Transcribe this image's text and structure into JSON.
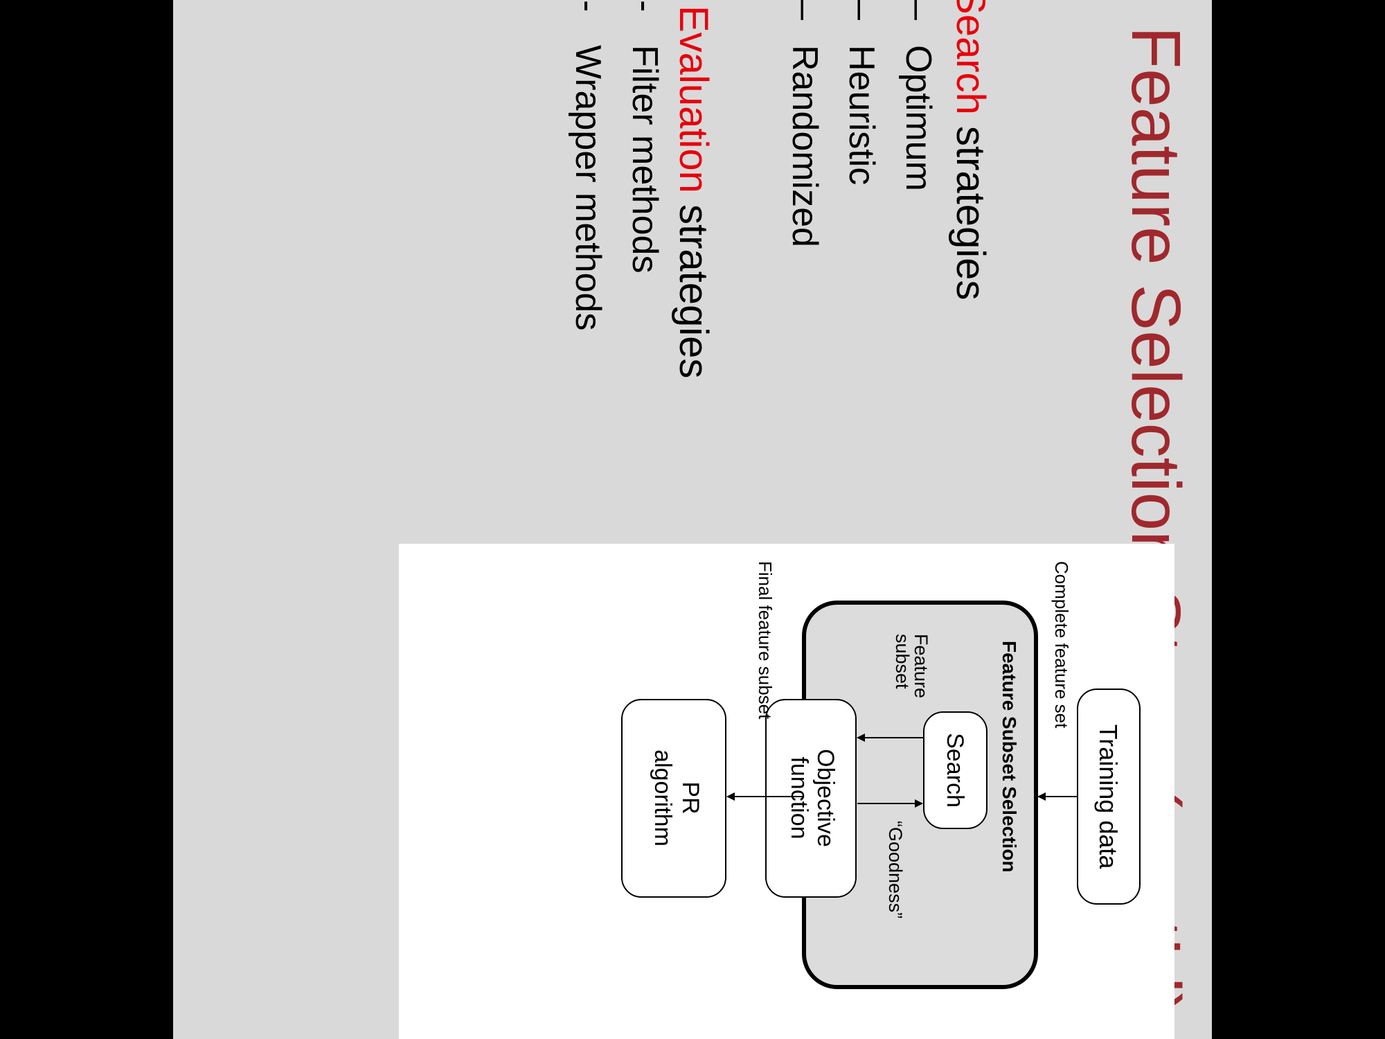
{
  "slide": {
    "title": "Feature Selection Steps (cont’d)",
    "search_heading": {
      "prefix": "S",
      "keyword": "earch",
      "suffix": " strategies"
    },
    "search_items": [
      {
        "dash": "–",
        "label": "Optimum"
      },
      {
        "dash": "–",
        "label": "Heuristic"
      },
      {
        "dash": "–",
        "label": "Randomized"
      }
    ],
    "evaluation_heading": {
      "keyword": "Evaluation",
      "suffix": " strategies"
    },
    "evaluation_items": [
      {
        "dash": "-",
        "label": "Filter methods"
      },
      {
        "dash": "-",
        "label": "Wrapper methods"
      }
    ],
    "colors": {
      "title": "#a0282d",
      "keyword": "#e8000b",
      "slide_bg": "#d9d9d9"
    }
  },
  "diagram": {
    "training_data": "Training data",
    "complete_feature_set": "Complete feature set",
    "group_title": "Feature Subset Selection",
    "search": "Search",
    "feature_subset_line1": "Feature",
    "feature_subset_line2": "subset",
    "goodness": "“Goodness”",
    "objective_line1": "Objective",
    "objective_line2": "function",
    "final_feature_subset": "Final feature subset",
    "pr_line1": "PR",
    "pr_line2": "algorithm"
  }
}
